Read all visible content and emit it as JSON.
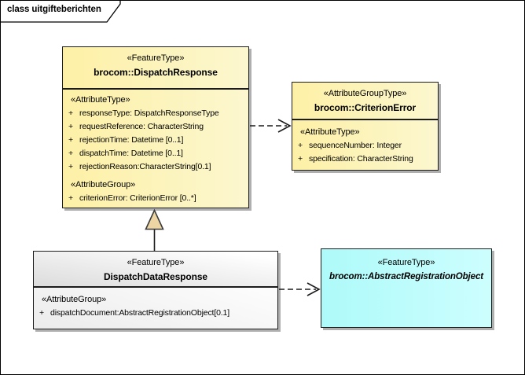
{
  "frame": {
    "title": "class uitgifteberichten"
  },
  "colors": {
    "class_fill": "#fdf0a6",
    "abstract_fill": "#aefafa",
    "neutral_header_fill": "#dcdcdc",
    "border": "#1c1c1c",
    "generalization_arrow_fill": "#edd6a4"
  },
  "classes": [
    {
      "stereotype": "«FeatureType»",
      "name": "brocom::DispatchResponse",
      "sections": [
        {
          "label": "«AttributeType»",
          "attributes": [
            {
              "vis": "+",
              "text": "responseType: DispatchResponseType"
            },
            {
              "vis": "+",
              "text": "requestReference: CharacterString"
            },
            {
              "vis": "+",
              "text": "rejectionTime: Datetime [0..1]"
            },
            {
              "vis": "+",
              "text": "dispatchTime: Datetime [0..1]"
            },
            {
              "vis": "+",
              "text": "rejectionReason:CharacterString[0.1]"
            }
          ]
        },
        {
          "label": "«AttributeGroup»",
          "attributes": [
            {
              "vis": "+",
              "text": "criterionError: CriterionError [0..*]"
            }
          ]
        }
      ]
    },
    {
      "stereotype": "«AttributeGroupType»",
      "name": "brocom::CriterionError",
      "sections": [
        {
          "label": "«AttributeType»",
          "attributes": [
            {
              "vis": "+",
              "text": "sequenceNumber: Integer"
            },
            {
              "vis": "+",
              "text": "specification: CharacterString"
            }
          ]
        }
      ]
    },
    {
      "stereotype": "«FeatureType»",
      "name": "DispatchDataResponse",
      "sections": [
        {
          "label": "«AttributeGroup»",
          "attributes": [
            {
              "vis": "+",
              "text": "dispatchDocument:AbstractRegistrationObject[0.1]"
            }
          ]
        }
      ]
    },
    {
      "stereotype": "«FeatureType»",
      "name": "brocom::AbstractRegistrationObject"
    }
  ],
  "relationships": [
    {
      "type": "generalization",
      "from": "DispatchDataResponse",
      "to": "brocom::DispatchResponse"
    },
    {
      "type": "dependency",
      "from": "brocom::DispatchResponse",
      "to": "brocom::CriterionError"
    },
    {
      "type": "dependency",
      "from": "DispatchDataResponse",
      "to": "brocom::AbstractRegistrationObject"
    }
  ]
}
